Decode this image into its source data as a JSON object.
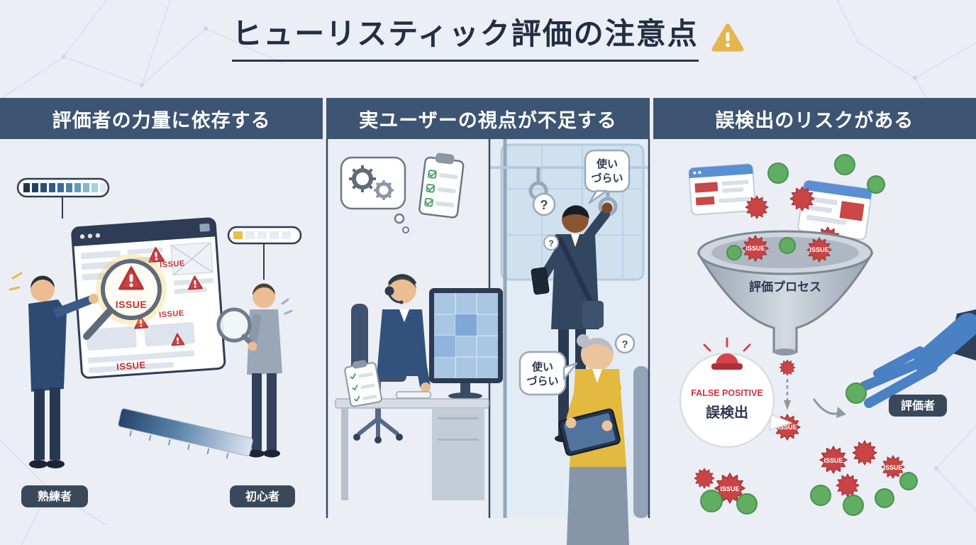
{
  "title": {
    "text": "ヒューリスティック評価の注意点"
  },
  "columns": [
    {
      "header": "評価者の力量に依存する"
    },
    {
      "header": "実ユーザーの視点が不足する"
    },
    {
      "header": "誤検出のリスクがある"
    }
  ],
  "panel1": {
    "issue_label": "ISSUE",
    "expert_label": "熟練者",
    "beginner_label": "初心者"
  },
  "panel2": {
    "speech_line1": "使い",
    "speech_line2": "づらい",
    "question_mark": "?"
  },
  "panel3": {
    "funnel_label": "評価プロセス",
    "false_positive_en": "FALSE POSITIVE",
    "false_positive_ja": "誤検出",
    "evaluator_label": "評価者",
    "issue_label": "ISSUE"
  },
  "colors": {
    "background": "#ebeff5",
    "header_bg": "#3d5472",
    "header_text": "#ffffff",
    "title_text": "#222e44",
    "badge_bg": "#3b4859",
    "issue_red": "#c94444",
    "valid_green": "#5fae62",
    "warning_gold": "#e3b64e",
    "glove_blue": "#4a80c4",
    "cardigan_yellow": "#e3b93f"
  }
}
